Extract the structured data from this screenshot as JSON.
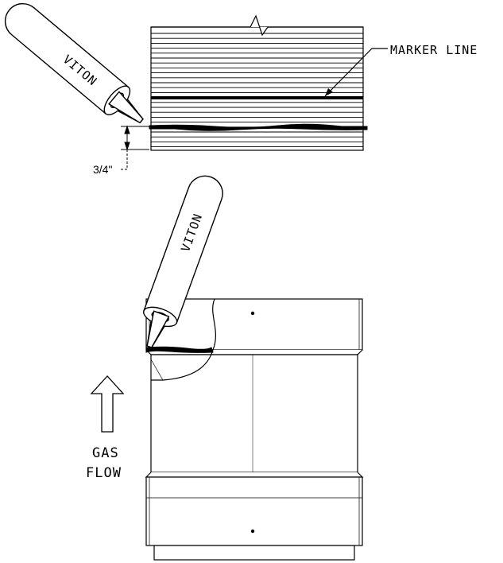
{
  "labels": {
    "tube_top": "VITON",
    "tube_bottom": "VITON",
    "marker_line": "MARKER LINE",
    "dimension": "3/4\"",
    "gas": "GAS",
    "flow": "FLOW"
  },
  "colors": {
    "ink": "#000000",
    "paper": "#ffffff"
  },
  "icons": {
    "flow_arrow": "up-arrow-outline-icon",
    "break_mark": "break-line-icon",
    "sealant_tube": "sealant-tube-icon"
  }
}
